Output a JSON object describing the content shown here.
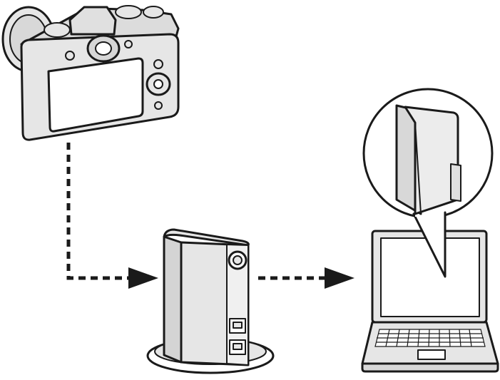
{
  "diagram": {
    "kind": "wireless-transfer-illustration",
    "nodes": [
      {
        "id": "camera",
        "icon": "camera-icon"
      },
      {
        "id": "router",
        "icon": "wireless-router-icon"
      },
      {
        "id": "computer",
        "icon": "laptop-icon"
      },
      {
        "id": "destination",
        "icon": "folder-icon"
      }
    ],
    "connections": [
      {
        "from": "camera",
        "to": "router",
        "style": "dashed-arrow"
      },
      {
        "from": "router",
        "to": "computer",
        "style": "dashed-arrow"
      }
    ],
    "colors": {
      "outline": "#1a1a1a",
      "body_fill": "#e6e6e6",
      "light_fill": "#f4f4f4",
      "screen_fill": "#ffffff",
      "background": "#ffffff"
    }
  }
}
